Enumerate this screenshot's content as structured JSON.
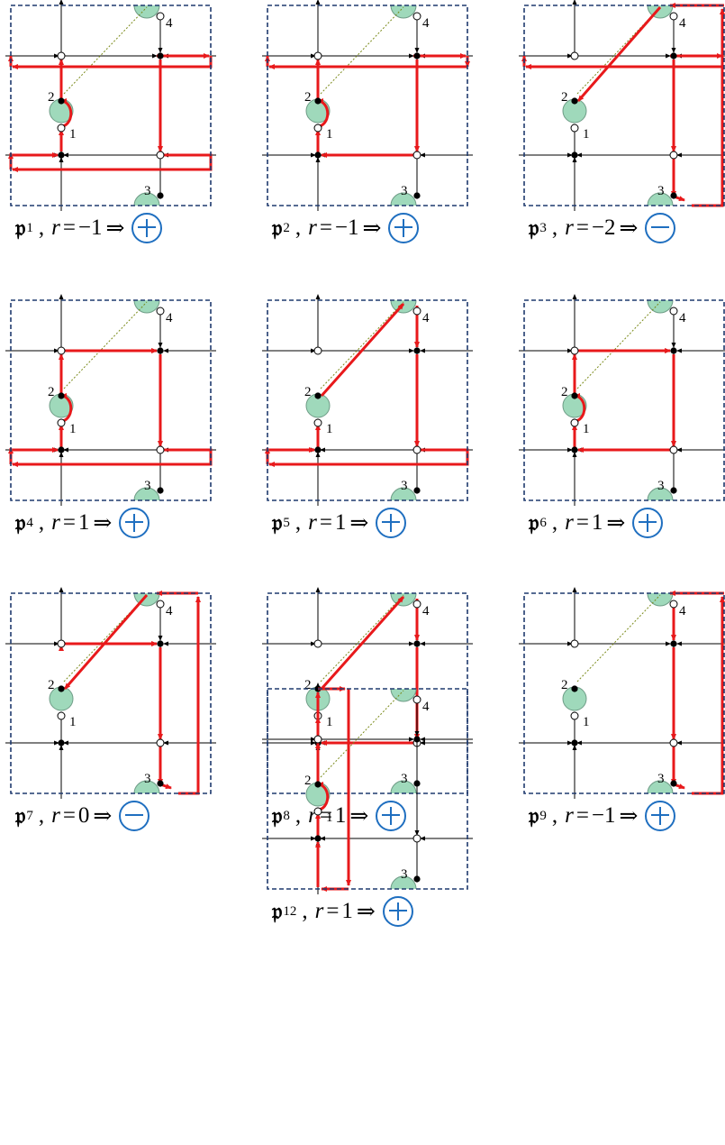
{
  "panels": [
    {
      "id": "p1",
      "name": "𝔭",
      "sub": "1",
      "r": "−1",
      "sign": "plus",
      "variant": "a",
      "labels": {
        "n1": "1",
        "n2": "2",
        "n3": "3",
        "n4": "4"
      },
      "caption": {
        "comma": ",",
        "r_symbol": "r",
        "eq": "=",
        "implies": "⇒"
      }
    },
    {
      "id": "p2",
      "name": "𝔭",
      "sub": "2",
      "r": "−1",
      "sign": "plus",
      "variant": "b",
      "labels": {
        "n1": "1",
        "n2": "2",
        "n3": "3",
        "n4": "4"
      },
      "caption": {
        "comma": ",",
        "r_symbol": "r",
        "eq": "=",
        "implies": "⇒"
      }
    },
    {
      "id": "p3",
      "name": "𝔭",
      "sub": "3",
      "r": "−2",
      "sign": "minus",
      "variant": "c",
      "labels": {
        "n1": "1",
        "n2": "2",
        "n3": "3",
        "n4": "4"
      },
      "caption": {
        "comma": ",",
        "r_symbol": "r",
        "eq": "=",
        "implies": "⇒"
      }
    },
    {
      "id": "p4",
      "name": "𝔭",
      "sub": "4",
      "r": "1",
      "sign": "plus",
      "variant": "d",
      "labels": {
        "n1": "1",
        "n2": "2",
        "n3": "3",
        "n4": "4"
      },
      "caption": {
        "comma": ",",
        "r_symbol": "r",
        "eq": "=",
        "implies": "⇒"
      }
    },
    {
      "id": "p5",
      "name": "𝔭",
      "sub": "5",
      "r": "1",
      "sign": "plus",
      "variant": "e",
      "labels": {
        "n1": "1",
        "n2": "2",
        "n3": "3",
        "n4": "4"
      },
      "caption": {
        "comma": ",",
        "r_symbol": "r",
        "eq": "=",
        "implies": "⇒"
      }
    },
    {
      "id": "p6",
      "name": "𝔭",
      "sub": "6",
      "r": "1",
      "sign": "plus",
      "variant": "f",
      "labels": {
        "n1": "1",
        "n2": "2",
        "n3": "3",
        "n4": "4"
      },
      "caption": {
        "comma": ",",
        "r_symbol": "r",
        "eq": "=",
        "implies": "⇒"
      }
    },
    {
      "id": "p7",
      "name": "𝔭",
      "sub": "7",
      "r": "0",
      "sign": "minus",
      "variant": "g",
      "labels": {
        "n1": "1",
        "n2": "2",
        "n3": "3",
        "n4": "4"
      },
      "caption": {
        "comma": ",",
        "r_symbol": "r",
        "eq": "=",
        "implies": "⇒"
      }
    },
    {
      "id": "p8",
      "name": "𝔭",
      "sub": "8",
      "r": "1",
      "sign": "plus",
      "variant": "h",
      "labels": {
        "n1": "1",
        "n2": "2",
        "n3": "3",
        "n4": "4"
      },
      "caption": {
        "comma": ",",
        "r_symbol": "r",
        "eq": "=",
        "implies": "⇒"
      }
    },
    {
      "id": "p9",
      "name": "𝔭",
      "sub": "9",
      "r": "−1",
      "sign": "plus",
      "variant": "i",
      "labels": {
        "n1": "1",
        "n2": "2",
        "n3": "3",
        "n4": "4"
      },
      "caption": {
        "comma": ",",
        "r_symbol": "r",
        "eq": "=",
        "implies": "⇒"
      }
    },
    {
      "id": "p12",
      "name": "𝔭",
      "sub": "12",
      "r": "1",
      "sign": "plus",
      "variant": "j",
      "labels": {
        "n1": "1",
        "n2": "2",
        "n3": "3",
        "n4": "4"
      },
      "caption": {
        "comma": ",",
        "r_symbol": "r",
        "eq": "=",
        "implies": "⇒"
      }
    }
  ],
  "colors": {
    "path_red": "#e8191b",
    "dashed_border": "#1f3a6e",
    "disk_fill": "#9fd9bb",
    "disk_stroke": "#6e9c86",
    "dotted_link": "#7a8a1a",
    "sign_blue": "#1f6fc0",
    "grid_black": "#000000"
  }
}
